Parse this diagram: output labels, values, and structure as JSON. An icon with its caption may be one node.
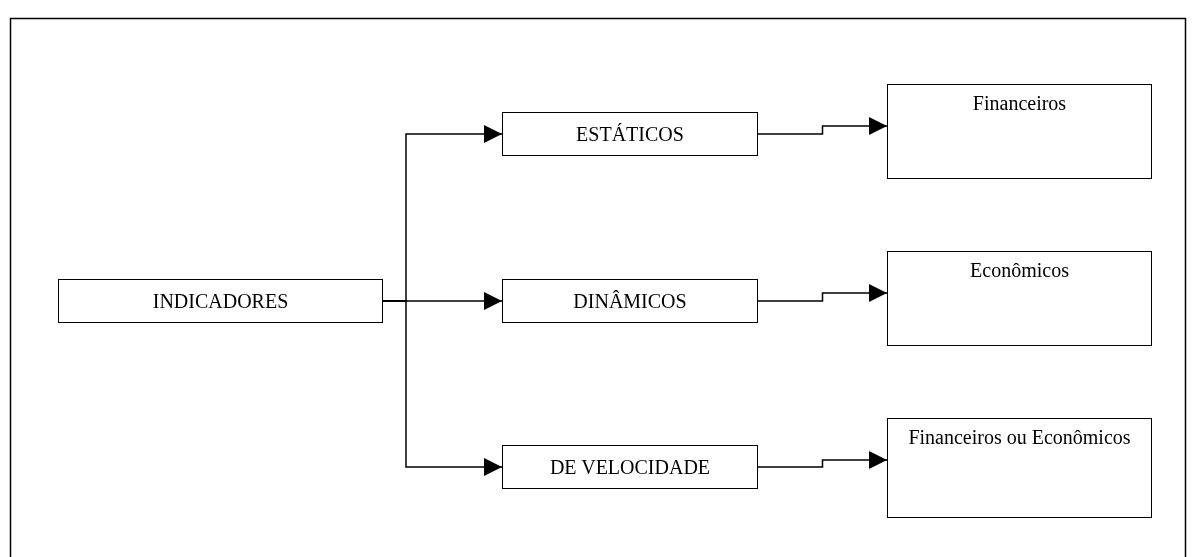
{
  "diagram": {
    "nodes": [
      {
        "text": [
          "INDICADORES"
        ]
      },
      {
        "text": [
          "ESTÁTICOS"
        ]
      },
      {
        "text": [
          "DINÂMICOS"
        ]
      },
      {
        "text": [
          "DE VELOCIDADE"
        ]
      },
      {
        "text": [
          "Financeiros"
        ]
      },
      {
        "text": [
          "Econômicos"
        ]
      },
      {
        "text": [
          "Financeiros ou Econômicos"
        ]
      }
    ],
    "edges": [
      {
        "from": 0,
        "to": 1,
        "arrow": "to"
      },
      {
        "from": 0,
        "to": 2,
        "arrow": "to"
      },
      {
        "from": 0,
        "to": 3,
        "arrow": "to"
      },
      {
        "from": 1,
        "to": 4,
        "arrow": "to"
      },
      {
        "from": 2,
        "to": 5,
        "arrow": "to"
      },
      {
        "from": 3,
        "to": 6,
        "arrow": "to"
      }
    ]
  }
}
